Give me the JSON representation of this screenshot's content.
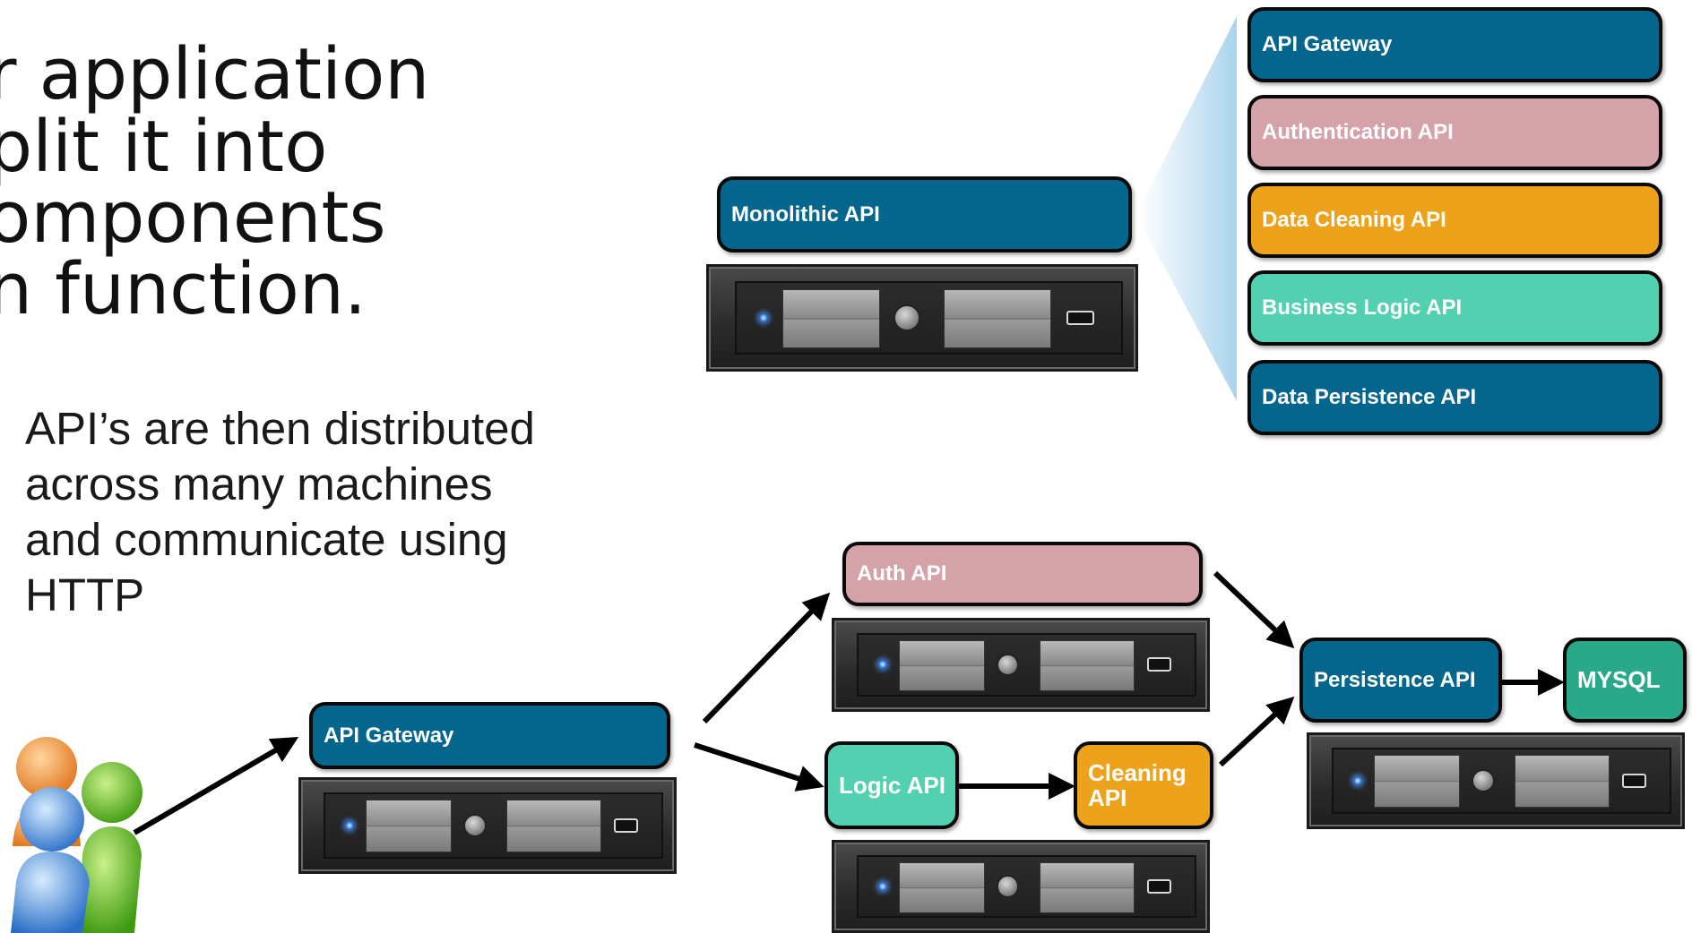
{
  "title": {
    "lines": [
      "r application",
      "plit it into",
      "omponents",
      "n function."
    ]
  },
  "subtitle": {
    "lines": [
      "API’s are then distributed",
      "across many machines",
      "and communicate using",
      "HTTP"
    ]
  },
  "monolith": {
    "label": "Monolithic API",
    "color": "#05668d"
  },
  "decomposed_list": [
    {
      "label": "API Gateway",
      "color": "#05668d"
    },
    {
      "label": "Authentication API",
      "color": "#d6a2a9"
    },
    {
      "label": "Data Cleaning API",
      "color": "#eca21a"
    },
    {
      "label": "Business Logic API",
      "color": "#52d0b0"
    },
    {
      "label": "Data Persistence API",
      "color": "#05668d"
    }
  ],
  "distributed": {
    "gateway": {
      "label": "API Gateway",
      "color": "#05668d"
    },
    "auth": {
      "label": "Auth API",
      "color": "#d6a2a9"
    },
    "logic": {
      "label": "Logic API",
      "color": "#52d0b0"
    },
    "cleaning": {
      "label_line1": "Cleaning",
      "label_line2": "API",
      "color": "#eca21a"
    },
    "persistence": {
      "label": "Persistence API",
      "color": "#05668d"
    },
    "mysql": {
      "label": "MYSQL",
      "color": "#2aa88a"
    }
  },
  "icons": {
    "users": "users-group-icon",
    "server": "server-rack-icon"
  }
}
